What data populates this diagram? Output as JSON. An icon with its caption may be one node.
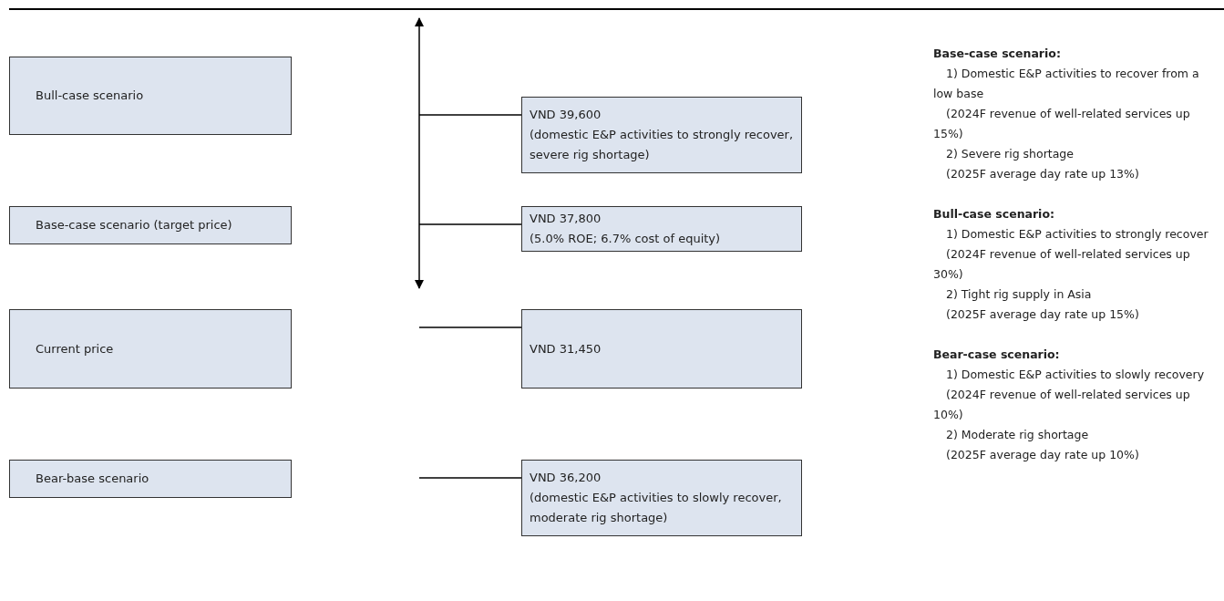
{
  "diagram": {
    "nodes": [
      {
        "text": [
          "Bull-case scenario"
        ]
      },
      {
        "text": [
          "VND 39,600",
          "(domestic E&P activities to strongly recover, severe rig shortage)"
        ]
      },
      {
        "text": [
          "Base-case scenario (target price)"
        ]
      },
      {
        "text": [
          "VND 37,800",
          "(5.0% ROE; 6.7% cost of equity)"
        ]
      },
      {
        "text": [
          "Current price"
        ]
      },
      {
        "text": [
          "VND 31,450"
        ]
      },
      {
        "text": [
          "Bear-base scenario"
        ]
      },
      {
        "text": [
          "VND 36,200",
          "(domestic E&P activities to slowly recover, moderate rig shortage)"
        ]
      }
    ],
    "edges": [
      {
        "from": null,
        "to": 1,
        "arrow": "none"
      },
      {
        "from": null,
        "to": 3,
        "arrow": "none"
      },
      {
        "from": null,
        "to": 5,
        "arrow": "none"
      },
      {
        "from": null,
        "to": 7,
        "arrow": "none"
      }
    ],
    "labels": [
      "Base-case scenario:",
      "1) Domestic E&P activities to recover from a low base",
      "(2024F revenue of well-related services up 15%)",
      "2) Severe rig shortage",
      "(2025F average day rate up 13%)",
      "Bull-case scenario:",
      "1) Domestic E&P activities to strongly recover",
      "(2024F revenue of well-related services up 30%)",
      "2) Tight rig supply in Asia",
      "(2025F average day rate up 15%)",
      "Bear-case scenario:",
      "1) Domestic E&P activities to slowly recovery",
      "(2024F revenue of well-related services up 10%)",
      "2) Moderate rig shortage",
      "(2025F average day rate up 10%)"
    ]
  }
}
